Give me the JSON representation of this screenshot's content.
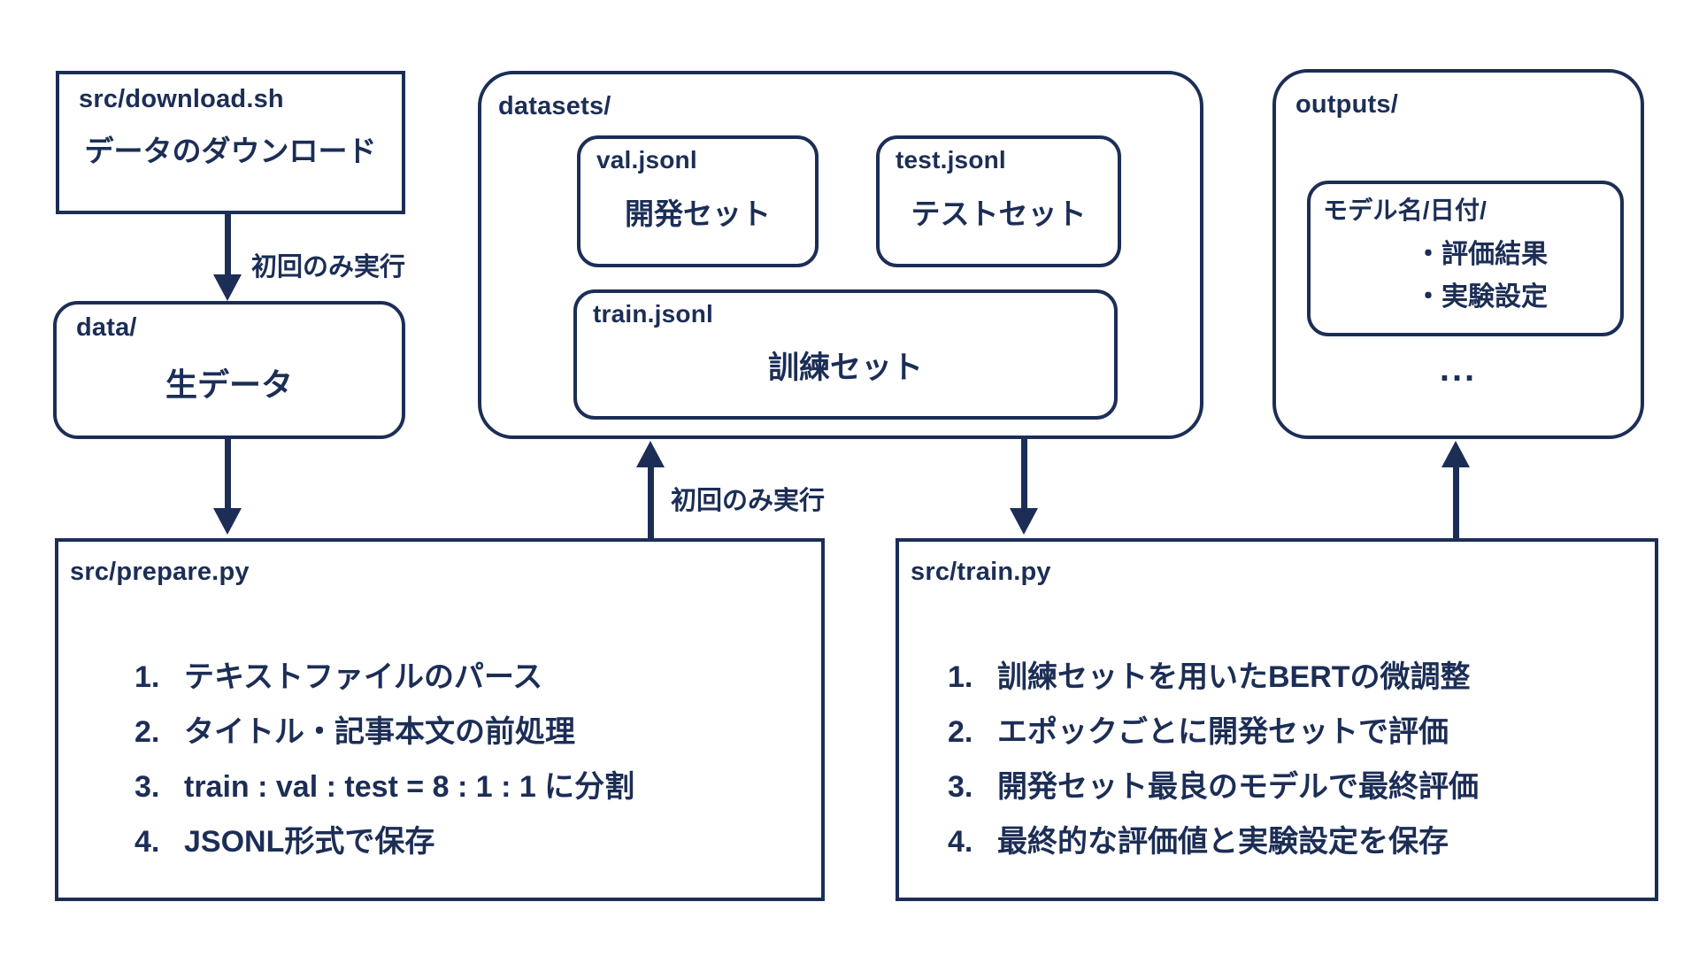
{
  "colors": {
    "ink": "#1c2e56",
    "background": "#ffffff"
  },
  "nodes": {
    "download": {
      "title": "src/download.sh",
      "body": "データのダウンロード"
    },
    "data_dir": {
      "title": "data/",
      "body": "生データ"
    },
    "prepare": {
      "title": "src/prepare.py",
      "steps": [
        {
          "no": "1.",
          "text": "テキストファイルのパース"
        },
        {
          "no": "2.",
          "text": "タイトル・記事本文の前処理"
        },
        {
          "no": "3.",
          "text": "train : val : test = 8 : 1 : 1 に分割"
        },
        {
          "no": "4.",
          "text": "JSONL形式で保存"
        }
      ]
    },
    "datasets": {
      "title": "datasets/",
      "val": {
        "title": "val.jsonl",
        "body": "開発セット"
      },
      "test": {
        "title": "test.jsonl",
        "body": "テストセット"
      },
      "train": {
        "title": "train.jsonl",
        "body": "訓練セット"
      }
    },
    "train_script": {
      "title": "src/train.py",
      "steps": [
        {
          "no": "1.",
          "text": "訓練セットを用いたBERTの微調整"
        },
        {
          "no": "2.",
          "text": "エポックごとに開発セットで評価"
        },
        {
          "no": "3.",
          "text": "開発セット最良のモデルで最終評価"
        },
        {
          "no": "4.",
          "text": "最終的な評価値と実験設定を保存"
        }
      ]
    },
    "outputs": {
      "title": "outputs/",
      "model_dir": {
        "title": "モデル名/日付/",
        "bullets": [
          "・評価結果",
          "・実験設定"
        ]
      },
      "ellipsis": "..."
    }
  },
  "edges": {
    "download_to_data": {
      "label": "初回のみ実行"
    },
    "prepare_to_datasets": {
      "label": "初回のみ実行"
    }
  }
}
